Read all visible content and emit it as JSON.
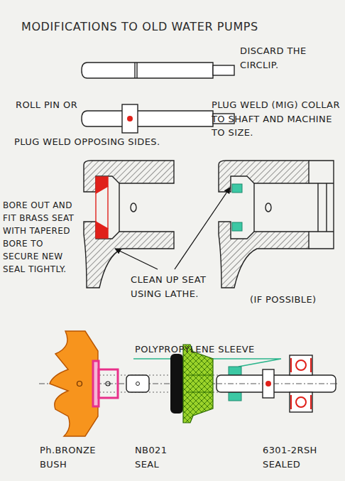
{
  "diagram": {
    "title": "MODIFICATIONS TO OLD WATER PUMPS",
    "labels": [
      "DISCARD THE CIRCLIP.",
      "ROLL PIN OR",
      "PLUG WELD (MIG) COLLAR TO SHAFT AND MACHINE TO SIZE.",
      "PLUG WELD OPPOSING SIDES.",
      "BORE OUT AND FIT BRASS SEAT WITH TAPERED BORE TO SECURE NEW SEAL TIGHTLY.",
      "CLEAN UP SEAT USING LATHE.",
      "(IF POSSIBLE)",
      "POLYPROPYLENE SLEEVE",
      "Ph.BRONZE BUSH",
      "NB021 SEAL",
      "6301-2RSH SEALED"
    ]
  }
}
